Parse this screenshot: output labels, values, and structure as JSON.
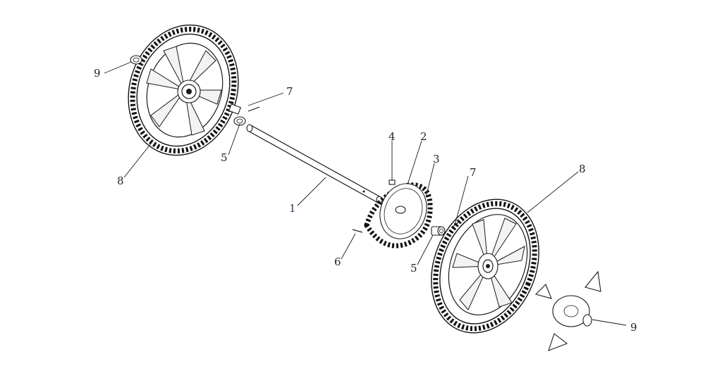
{
  "labels": {
    "axle": "1",
    "sprocket": "2",
    "chain": "3",
    "key": "4",
    "bushing_left": "5",
    "bushing_right": "5",
    "pin": "6",
    "spring_pin_left": "7",
    "spring_pin_right": "7",
    "wheel_left": "8",
    "wheel_right": "8",
    "washer_left": "9",
    "washer_right": "9"
  },
  "colors": {
    "line": "#1a1a1a",
    "label_text": "#222222",
    "label_accent": "#4a2a5e",
    "background": "#ffffff"
  }
}
